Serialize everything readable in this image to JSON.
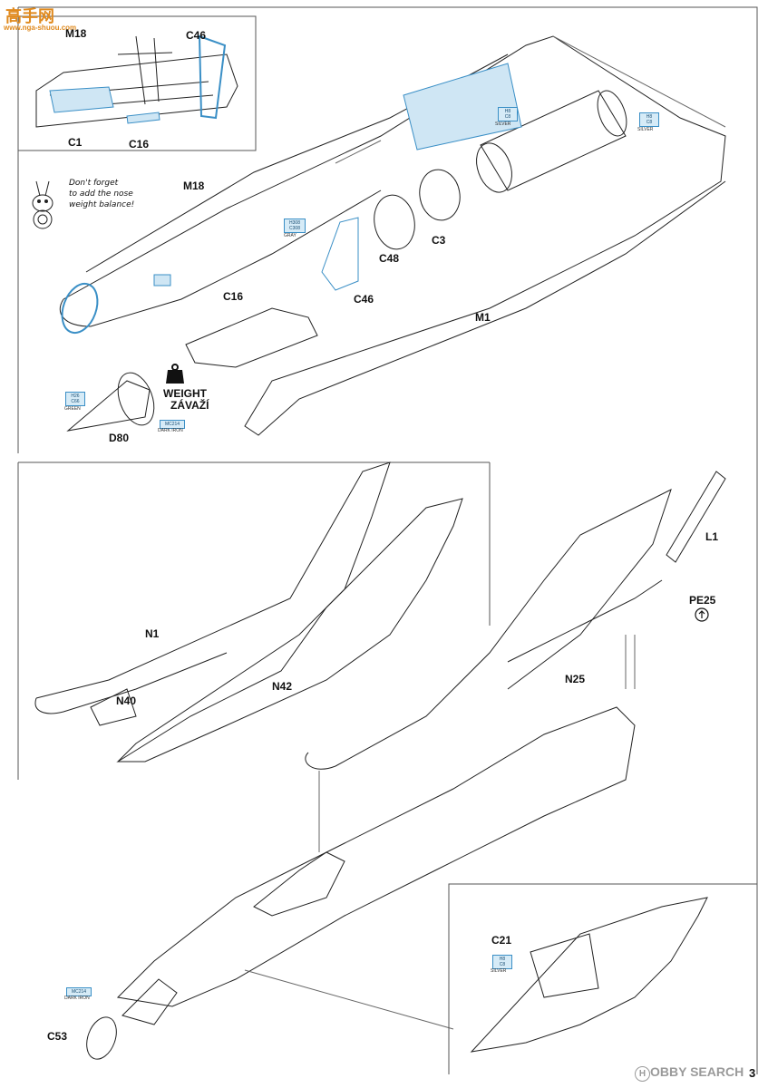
{
  "watermark": {
    "cn": "高手网",
    "url": "www.nga-shuou.com",
    "brand": "HOBBY SEARCH",
    "brand_h": "H",
    "brand_rest": "OBBY SEARCH"
  },
  "parts": {
    "M18_inset": "M18",
    "C46_inset": "C46",
    "C1": "C1",
    "C16_inset": "C16",
    "M18": "M18",
    "C48": "C48",
    "C3": "C3",
    "C16": "C16",
    "C46": "C46",
    "M1": "M1",
    "D80": "D80",
    "N1": "N1",
    "N42": "N42",
    "N40": "N40",
    "N25": "N25",
    "L1": "L1",
    "PE25": "PE25",
    "C21": "C21",
    "C53": "C53"
  },
  "note": {
    "line1": "Don't forget",
    "line2": "to add the nose",
    "line3": "weight balance!"
  },
  "weight": {
    "line1": "WEIGHT",
    "line2": "ZÁVAŽÍ"
  },
  "paints": {
    "silver1": {
      "h": "H8",
      "c": "C8",
      "name": "SILVER"
    },
    "silver2": {
      "h": "H8",
      "c": "C8",
      "name": "SILVER"
    },
    "gray": {
      "h": "H308",
      "c": "C308",
      "name": "GRAY"
    },
    "green": {
      "h": "H26",
      "c": "C66",
      "name": "GREEN"
    },
    "darkiron1": {
      "code": "MC214",
      "name": "DARK IRON"
    },
    "darkiron2": {
      "code": "MC214",
      "name": "DARK IRON"
    },
    "silver3": {
      "h": "H8",
      "c": "C8",
      "name": "SILVER"
    }
  },
  "page_number": "3",
  "colors": {
    "accent": "#3a8fc6",
    "paint_fill": "#d6ebf7",
    "line": "#222222"
  }
}
